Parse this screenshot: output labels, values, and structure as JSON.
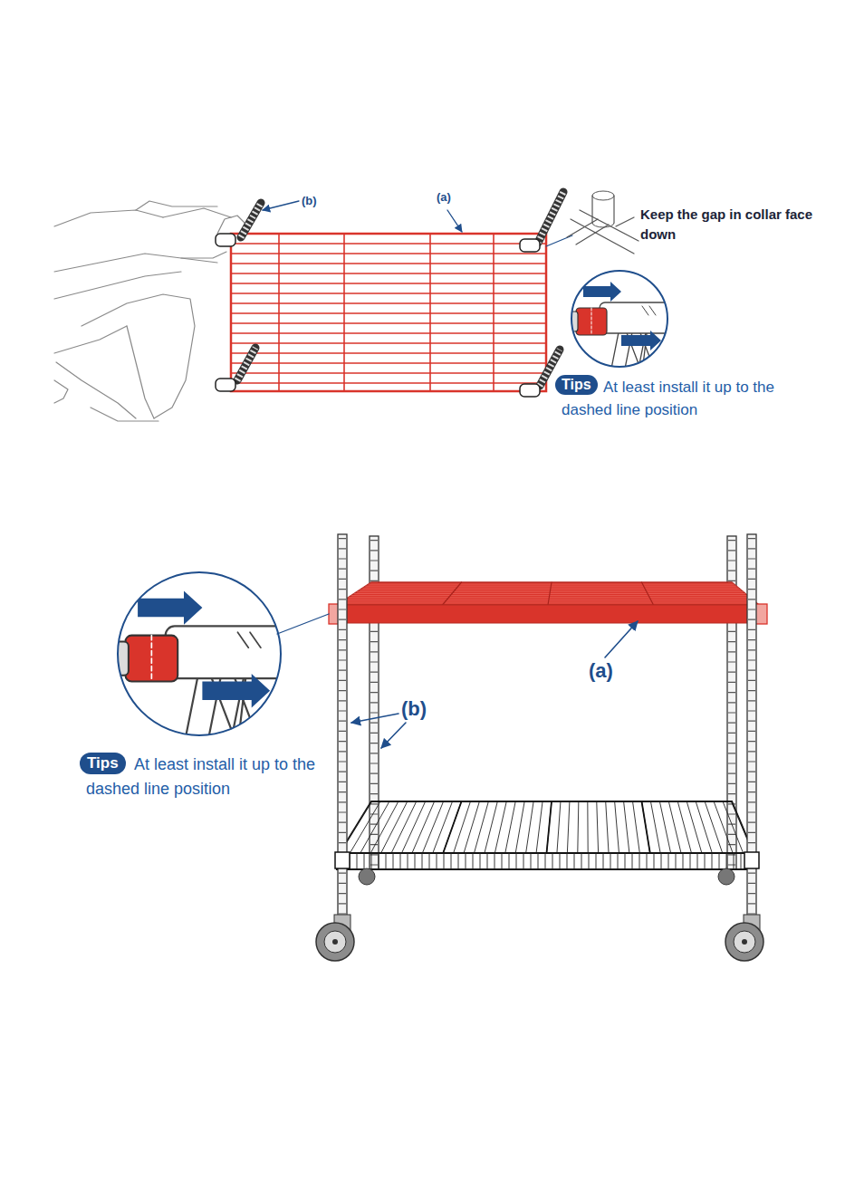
{
  "diagram": {
    "nodes": [
      {
        "text": [
          "Tips"
        ]
      },
      {
        "text": [
          "Tips"
        ]
      }
    ],
    "labels": [
      "(b)",
      "(a)",
      "Keep the gap in collar face down",
      "At least install it up to the dashed line position",
      "At least install it up to the dashed line position",
      "(b)",
      "(a)"
    ]
  }
}
